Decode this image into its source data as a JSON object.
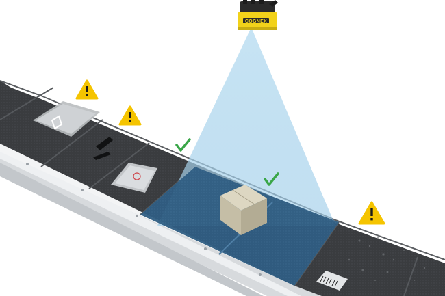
{
  "camera": {
    "brand_label": "COGNEX",
    "body_color": "#f2d21a",
    "head_color": "#2a2a2a"
  },
  "colors": {
    "belt": "#3a3c3f",
    "belt_dark": "#2b2d30",
    "belt_edge": "#575a5e",
    "rail": "#e9ebed",
    "rail_shadow": "#c9ccd0",
    "beam": "#9fcde9",
    "inspected_segment": "#2f5d82",
    "warning": "#f5c400",
    "check": "#3aa648",
    "box": "#cfc9b3"
  },
  "status_markers": [
    {
      "name": "warning-icon",
      "item": "poly-bag-with-label"
    },
    {
      "name": "warning-icon",
      "item": "clips-and-clear-bag"
    },
    {
      "name": "check-icon",
      "item": "empty-belt-segment"
    },
    {
      "name": "check-icon",
      "item": "cardboard-box"
    },
    {
      "name": "warning-icon",
      "item": "damaged-label-package"
    }
  ]
}
